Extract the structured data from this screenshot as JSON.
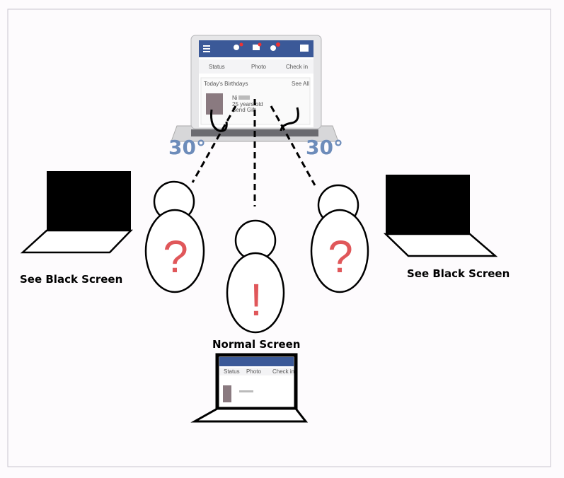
{
  "labels": {
    "left": "See Black Screen",
    "right": "See Black Screen",
    "center": "Normal Screen"
  },
  "angles": {
    "left": "30°",
    "right": "30°"
  },
  "viewers": [
    {
      "position": "left",
      "symbol": "?"
    },
    {
      "position": "center",
      "symbol": "!"
    },
    {
      "position": "right",
      "symbol": "?"
    }
  ],
  "screen_content": {
    "tabs": [
      "Status",
      "Photo",
      "Check in"
    ],
    "card_title": "Today's Birthdays",
    "card_link": "See All",
    "name": "Ni",
    "age": "25 years old",
    "action": "Send Gift"
  },
  "colors": {
    "fb_blue": "#3b5998",
    "angle_text": "#6d8cba",
    "symbol_red": "#e0575a"
  }
}
